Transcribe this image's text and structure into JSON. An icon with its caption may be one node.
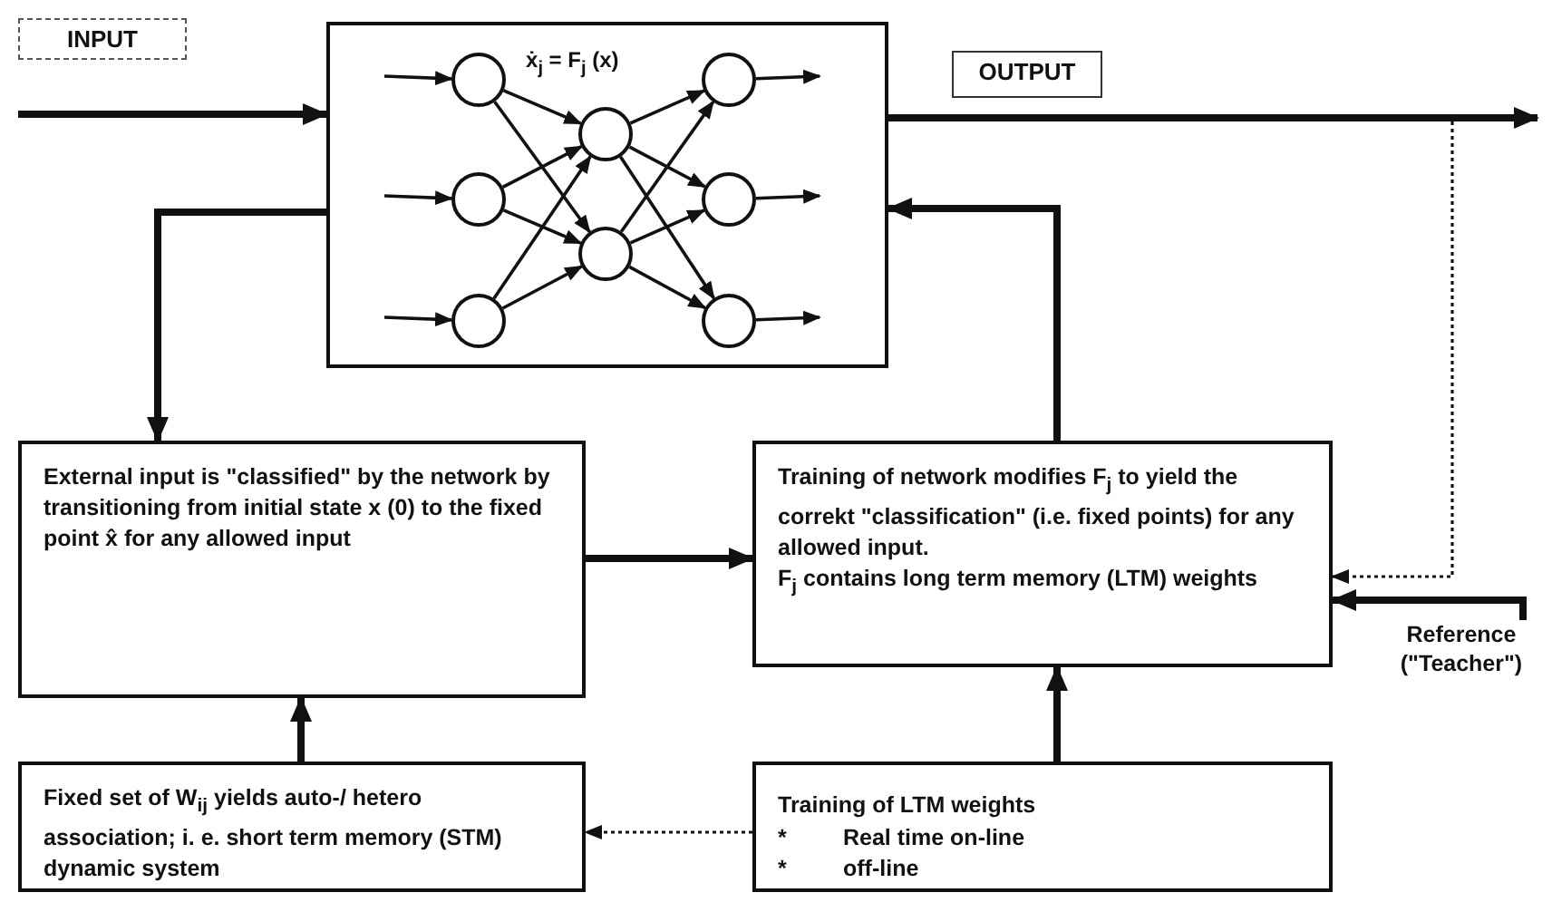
{
  "diagram": {
    "nodes": [
      {
        "text": [
          "ẋ$_{j}$ = F$_{j}$ (x)"
        ]
      },
      {
        "text": [],
        "shape": "circle",
        "in": 0
      },
      {
        "text": [],
        "shape": "circle",
        "in": 0
      },
      {
        "text": [],
        "shape": "circle",
        "in": 0
      },
      {
        "text": [],
        "shape": "circle",
        "in": 0
      },
      {
        "text": [],
        "shape": "circle",
        "in": 0
      },
      {
        "text": [],
        "shape": "circle",
        "in": 0
      },
      {
        "text": [],
        "shape": "circle",
        "in": 0
      },
      {
        "text": [],
        "shape": "circle",
        "in": 0
      },
      {
        "text": [
          "External input is \"classified\" by the network by transitioning from initial state x (0) to the fixed point x̂ for any allowed input"
        ]
      },
      {
        "text": [
          "Training of network modifies F$_{j}$ to yield the correkt \"classification\" (i.e. fixed points) for any allowed input.",
          "F$_{j}$ contains long term memory (LTM) weights"
        ]
      },
      {
        "text": [
          "Fixed set of W$_{ij}$ yields auto-/ hetero association; i. e. short term memory (STM) dynamic system"
        ]
      },
      {
        "text": [
          "Training of LTM weights",
          "*",
          "Real time on-line",
          "*",
          "off-line"
        ]
      },
      {
        "text": [
          "Reference (\"Teacher\")"
        ]
      }
    ],
    "edges": [
      {
        "from": null,
        "to": 0,
        "arrow": "to",
        "style": "thick"
      },
      {
        "from": 0,
        "to": null,
        "arrow": "to",
        "style": "thick"
      },
      {
        "from": 0,
        "to": 9,
        "arrow": "to",
        "style": "thick"
      },
      {
        "from": 9,
        "to": 10,
        "arrow": "to",
        "style": "thick"
      },
      {
        "from": 11,
        "to": 9,
        "arrow": "to",
        "style": "thick"
      },
      {
        "from": 12,
        "to": 10,
        "arrow": "to",
        "style": "thick"
      },
      {
        "from": 12,
        "to": 11,
        "arrow": "to",
        "style": "dashed"
      },
      {
        "from": 10,
        "to": 0,
        "arrow": "to",
        "style": "thick"
      },
      {
        "from": 13,
        "to": 10,
        "arrow": "to",
        "style": "thick"
      },
      {
        "from": null,
        "to": 10,
        "arrow": "to",
        "style": "dashed"
      },
      {
        "from": null,
        "to": 1,
        "arrow": "to"
      },
      {
        "from": null,
        "to": 2,
        "arrow": "to"
      },
      {
        "from": null,
        "to": 3,
        "arrow": "to"
      },
      {
        "from": 1,
        "to": 4,
        "arrow": "to"
      },
      {
        "from": 1,
        "to": 5,
        "arrow": "to"
      },
      {
        "from": 2,
        "to": 4,
        "arrow": "to"
      },
      {
        "from": 2,
        "to": 5,
        "arrow": "to"
      },
      {
        "from": 3,
        "to": 4,
        "arrow": "to"
      },
      {
        "from": 3,
        "to": 5,
        "arrow": "to"
      },
      {
        "from": 4,
        "to": 6,
        "arrow": "to"
      },
      {
        "from": 4,
        "to": 7,
        "arrow": "to"
      },
      {
        "from": 4,
        "to": 8,
        "arrow": "to"
      },
      {
        "from": 5,
        "to": 6,
        "arrow": "to"
      },
      {
        "from": 5,
        "to": 7,
        "arrow": "to"
      },
      {
        "from": 5,
        "to": 8,
        "arrow": "to"
      },
      {
        "from": 6,
        "to": null,
        "arrow": "to"
      },
      {
        "from": 7,
        "to": null,
        "arrow": "to"
      },
      {
        "from": 8,
        "to": null,
        "arrow": "to"
      }
    ],
    "labels": [
      "INPUT",
      "OUTPUT"
    ]
  }
}
